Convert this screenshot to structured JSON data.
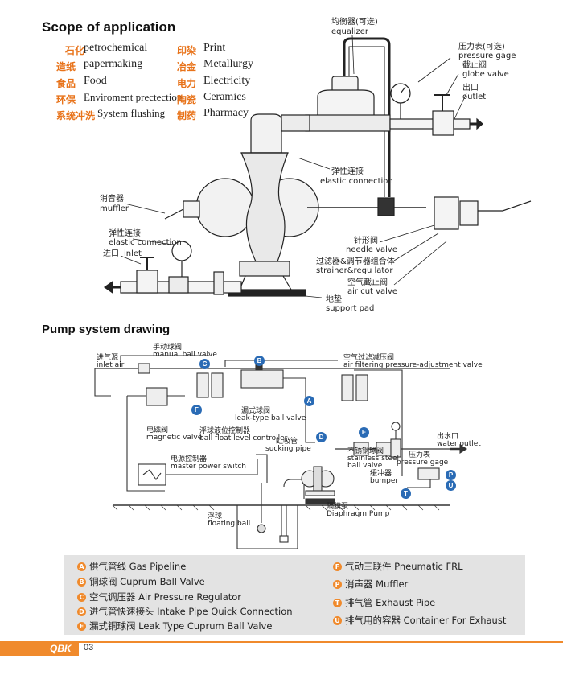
{
  "headings": {
    "scope": "Scope of application",
    "system": "Pump system drawing"
  },
  "scope": [
    {
      "cn": "石化",
      "en": "petrochemical"
    },
    {
      "cn": "印染",
      "en": "Print"
    },
    {
      "cn": "造纸",
      "en": "papermaking"
    },
    {
      "cn": "冶金",
      "en": "Metallurgy"
    },
    {
      "cn": "食品",
      "en": "Food"
    },
    {
      "cn": "电力",
      "en": "Electricity"
    },
    {
      "cn": "环保",
      "en": "Enviroment prectection"
    },
    {
      "cn": "陶瓷",
      "en": "Ceramics"
    },
    {
      "cn": "系统冲洗",
      "en": "System flushing"
    },
    {
      "cn": "制药",
      "en": "Pharmacy"
    }
  ],
  "top_labels": {
    "equalizer_cn": "均衡器(可选)",
    "equalizer_en": "equalizer",
    "gauge_cn": "压力表(可选)",
    "gauge_en": "pressure gage",
    "globe_cn": "截止阀",
    "globe_en": "globe valve",
    "outlet_cn": "出口",
    "outlet_en": "outlet",
    "elastic1_cn": "弹性连接",
    "elastic1_en": "elastic connection",
    "muffler_cn": "消音器",
    "muffler_en": "muffler",
    "elastic2_cn": "弹性连接",
    "elastic2_en": "elastic connection",
    "inlet_cn": "进口",
    "inlet_en": "inlet",
    "needle_cn": "针形阀",
    "needle_en": "needle valve",
    "strainer_cn": "过滤器&调节器组合体",
    "strainer_en": "strainer&regu lator",
    "aircut_cn": "空气截止阀",
    "aircut_en": "air cut valve",
    "pad_cn": "地垫",
    "pad_en": "support pad"
  },
  "sys_labels": {
    "inlet_air_cn": "进气源",
    "inlet_air_en": "inlet air",
    "manual_cn": "手动球阀",
    "manual_en": "manual ball valve",
    "filter_cn": "空气过滤减压阀",
    "filter_en": "air filtering pressure-adjustment valve",
    "leak_cn": "漏式球阀",
    "leak_en": "leak-type ball valve",
    "magnetic_cn": "电磁阀",
    "magnetic_en": "magnetic valve",
    "float_ctrl_cn": "浮球液位控制器",
    "float_ctrl_en": "ball float level controller",
    "sucking_cn": "虹吸管",
    "sucking_en": "sucking pipe",
    "master_cn": "电源控制器",
    "master_en": "master power switch",
    "stainless_cn": "不锈钢球阀",
    "stainless_en1": "stainless steel",
    "stainless_en2": "ball valve",
    "outlet_cn": "出水口",
    "outlet_en": "water outlet",
    "gauge_cn": "压力表",
    "gauge_en": "pressure gage",
    "bumper_cn": "缓冲器",
    "bumper_en": "bumper",
    "floating_cn": "浮球",
    "floating_en": "floating ball",
    "pump_cn": "隔膜泵",
    "pump_en": "Diaphragm Pump"
  },
  "markers": [
    "A",
    "B",
    "C",
    "D",
    "E",
    "F",
    "P",
    "T",
    "U"
  ],
  "legend_left": [
    {
      "key": "A",
      "text": "供气管线 Gas Pipeline"
    },
    {
      "key": "B",
      "text": "铜球阀 Cuprum Ball Valve"
    },
    {
      "key": "C",
      "text": "空气调压器 Air Pressure Regulator"
    },
    {
      "key": "D",
      "text": "进气管快速接头 Intake Pipe Quick Connection"
    },
    {
      "key": "E",
      "text": "漏式铜球阀 Leak Type Cuprum Ball Valve"
    }
  ],
  "legend_right": [
    {
      "key": "F",
      "text": "气动三联件 Pneumatic FRL"
    },
    {
      "key": "P",
      "text": "消声器 Muffler"
    },
    {
      "key": "T",
      "text": "排气管 Exhaust Pipe"
    },
    {
      "key": "U",
      "text": "排气用的容器 Container For Exhaust"
    }
  ],
  "footer": {
    "brand": "QBK",
    "page": "03"
  },
  "colors": {
    "accent": "#f08a2c",
    "marker": "#2a6bb5",
    "legend_bg": "#e3e3e3"
  }
}
